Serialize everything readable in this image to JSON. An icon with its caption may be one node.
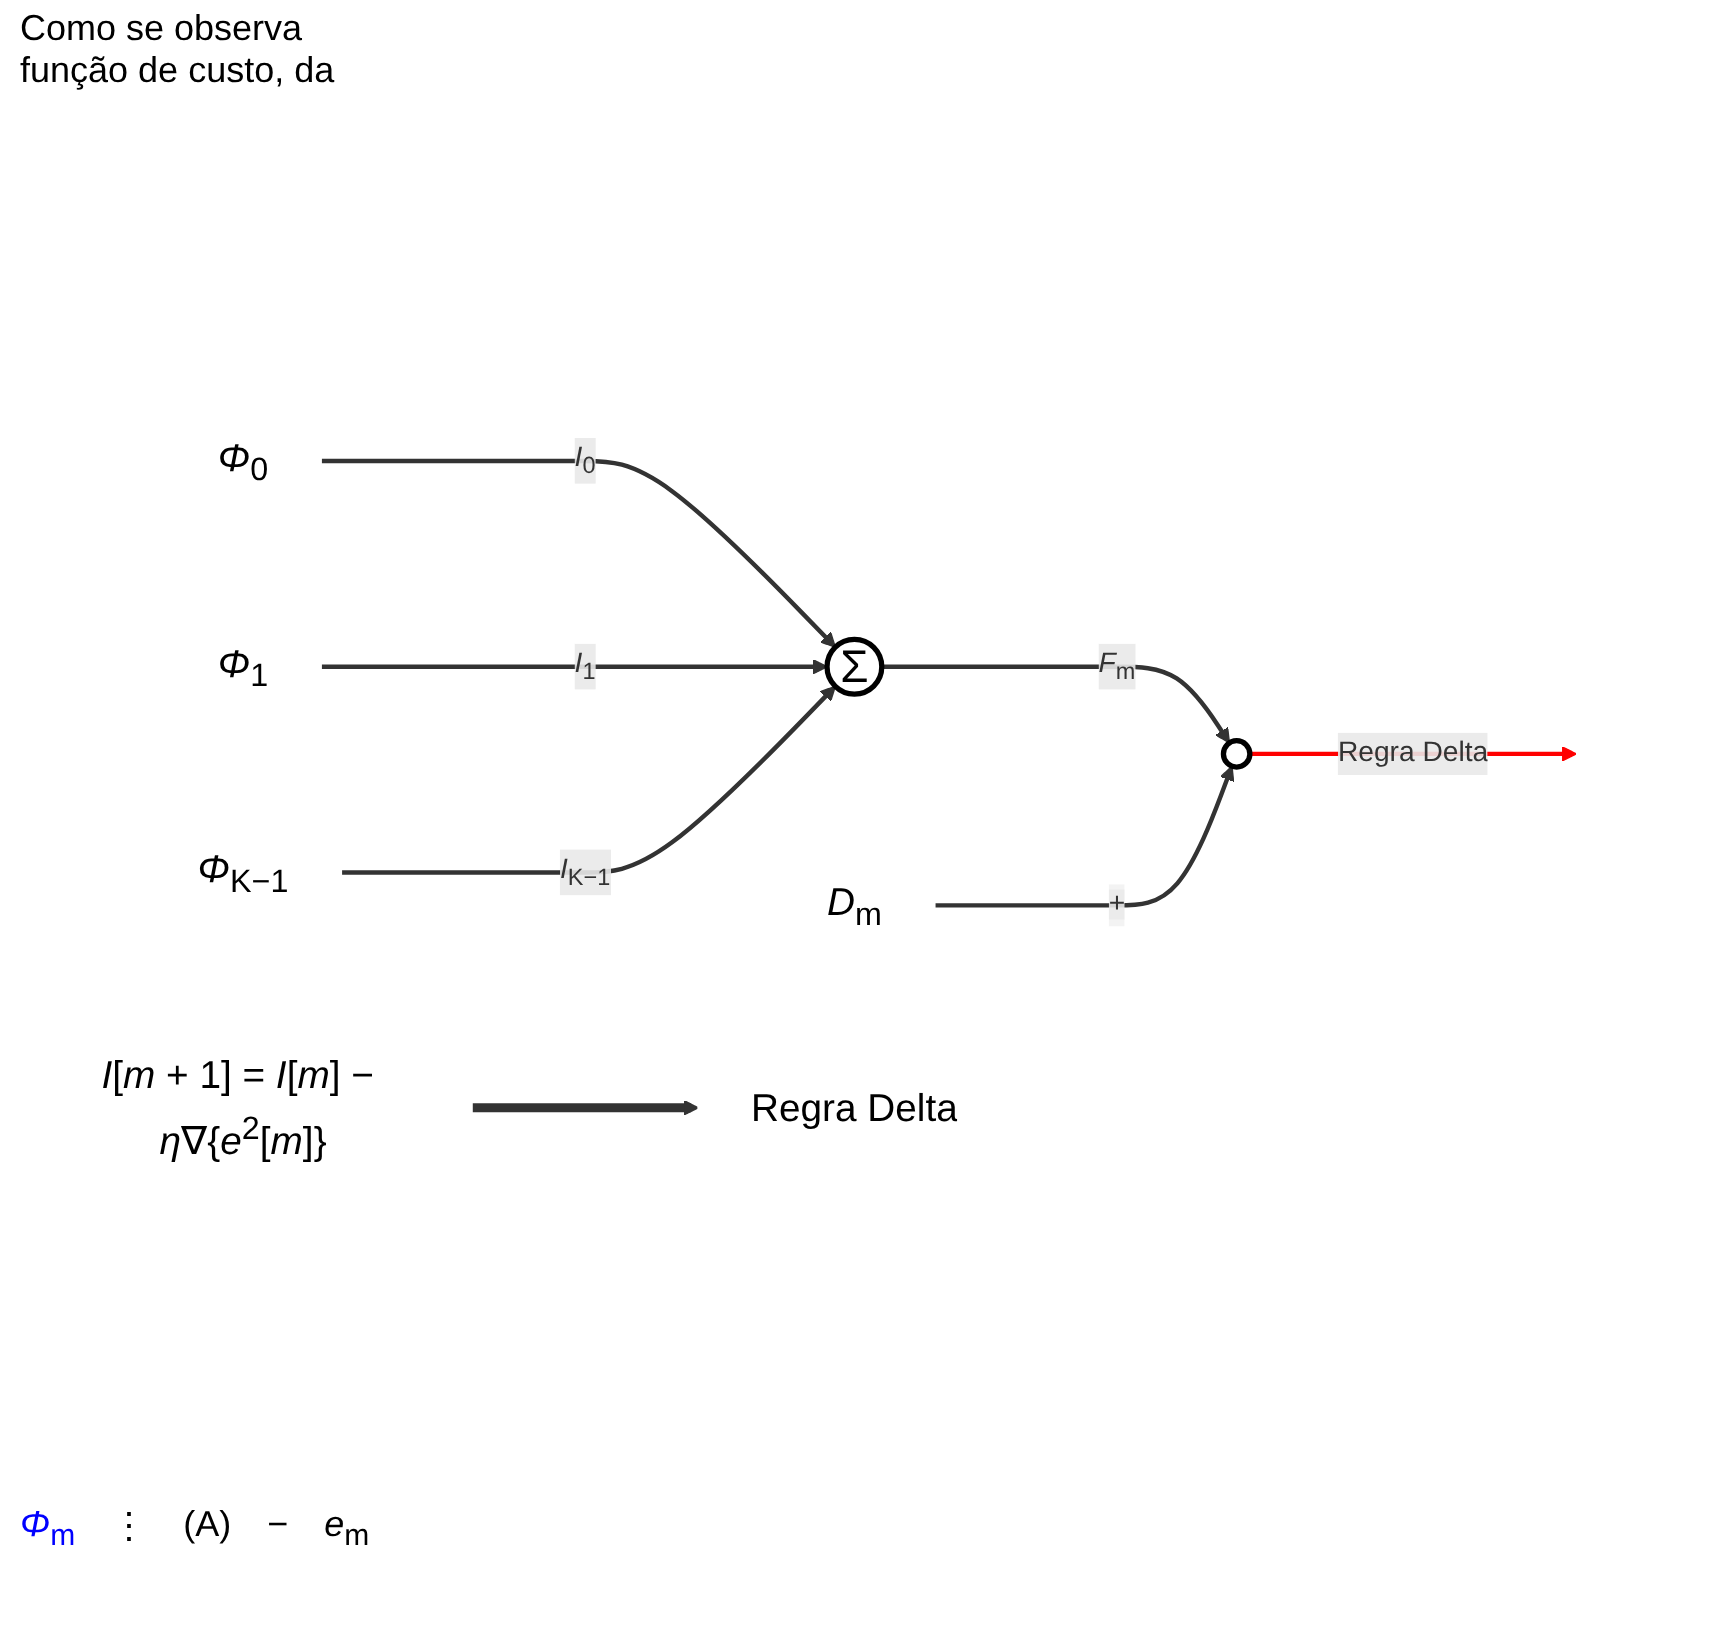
{
  "diagram": {
    "nodes": [
      {
        "text": [
          "*Φ*$_{0}$"
        ]
      },
      {
        "text": [
          "*Φ*$_{1}$"
        ]
      },
      {
        "text": [
          "*Φ*$_{K−1}$"
        ]
      },
      {
        "text": [
          "Σ"
        ]
      },
      {
        "text": [],
        "shape": "circle"
      },
      {
        "text": [
          "*D*$_{m}$"
        ]
      },
      {
        "text": [
          "*I*[*m* + 1] = *I*[*m*] − *η*∇{*e*$^{2}$[*m*]}"
        ]
      },
      {
        "text": [
          "Regra Delta"
        ]
      }
    ],
    "edges": [
      {
        "from": 0,
        "to": 3,
        "arrow": "to",
        "label": "*I*$_{0}$"
      },
      {
        "from": 1,
        "to": 3,
        "arrow": "to",
        "label": "*I*$_{1}$"
      },
      {
        "from": 2,
        "to": 3,
        "arrow": "to",
        "label": "*I*$_{K−1}$"
      },
      {
        "from": 3,
        "to": 4,
        "arrow": "to",
        "label": "*F*$_{m}$"
      },
      {
        "from": 5,
        "to": 4,
        "arrow": "to",
        "label": "+"
      },
      {
        "from": 4,
        "to": null,
        "arrow": "to",
        "label": "Regra Delta",
        "color": "#ff0000"
      },
      {
        "from": 6,
        "to": 7,
        "arrow": "to",
        "style": "thick"
      }
    ],
    "labels": [
      "Como se observa",
      "função de custo, da",
      "*Φ*$_{m}$",
      "⋮",
      "(A)",
      "−",
      "*e*$_{m}$"
    ]
  }
}
